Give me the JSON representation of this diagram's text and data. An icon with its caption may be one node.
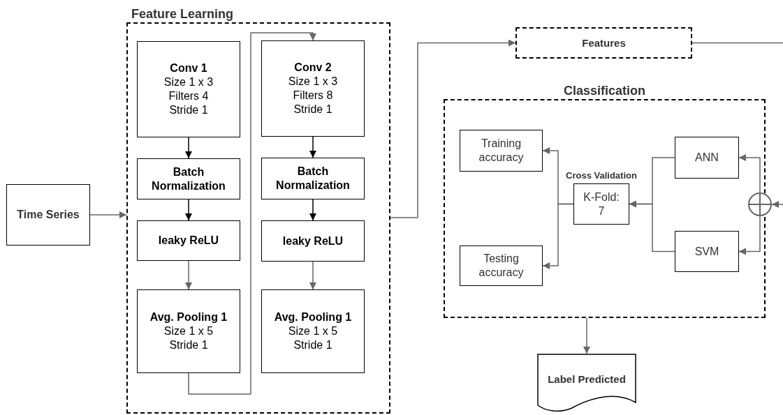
{
  "diagram": {
    "nodes": [
      {
        "text": [
          "Time Series"
        ]
      },
      {
        "text": [
          "Feature Learning"
        ]
      },
      {
        "text": [
          "Conv 1",
          "Size 1 x 3 Filters 4 Stride 1"
        ],
        "in": 1
      },
      {
        "text": [
          "Batch Normalization"
        ],
        "in": 1
      },
      {
        "text": [
          "leaky ReLU"
        ],
        "in": 1
      },
      {
        "text": [
          "Avg. Pooling 1",
          "Size 1 x 5 Stride 1"
        ],
        "in": 1
      },
      {
        "text": [
          "Conv 2",
          "Size 1 x 3 Filters 8 Stride 1"
        ],
        "in": 1
      },
      {
        "text": [
          "Batch Normalization"
        ],
        "in": 1
      },
      {
        "text": [
          "leaky ReLU"
        ],
        "in": 1
      },
      {
        "text": [
          "Avg. Pooling 1",
          "Size 1 x 5 Stride 1"
        ],
        "in": 1
      },
      {
        "text": [
          "Features"
        ]
      },
      {
        "text": [
          "Classification"
        ]
      },
      {
        "text": [
          "Training accuracy"
        ],
        "in": 11
      },
      {
        "text": [
          "Testing accuracy"
        ],
        "in": 11
      },
      {
        "text": [
          "K-Fold: 7"
        ],
        "in": 11,
        "beside": [
          "Cross Validation"
        ]
      },
      {
        "text": [
          "ANN"
        ],
        "in": 11
      },
      {
        "text": [
          "SVM"
        ],
        "in": 11
      },
      {
        "text": [],
        "shape": "circle"
      },
      {
        "text": [
          "Label Predicted"
        ]
      }
    ],
    "edges": [
      {
        "from": 0,
        "to": 1,
        "arrow": "to"
      },
      {
        "from": 2,
        "to": 3,
        "arrow": "to",
        "color": "#000000"
      },
      {
        "from": 3,
        "to": 4,
        "arrow": "to",
        "color": "#000000"
      },
      {
        "from": 4,
        "to": 5,
        "arrow": "to"
      },
      {
        "from": 5,
        "to": 6,
        "arrow": "to"
      },
      {
        "from": 6,
        "to": 7,
        "arrow": "to",
        "color": "#000000"
      },
      {
        "from": 7,
        "to": 8,
        "arrow": "to",
        "color": "#000000"
      },
      {
        "from": 8,
        "to": 9,
        "arrow": "to"
      },
      {
        "from": 1,
        "to": 10,
        "arrow": "to"
      },
      {
        "from": 10,
        "to": null,
        "arrow": "none"
      },
      {
        "from": null,
        "to": 17,
        "arrow": "to"
      },
      {
        "from": 17,
        "to": 15,
        "arrow": "to"
      },
      {
        "from": 17,
        "to": 16,
        "arrow": "to"
      },
      {
        "from": 15,
        "to": 14,
        "arrow": "to"
      },
      {
        "from": 16,
        "to": 14,
        "arrow": "to"
      },
      {
        "from": 14,
        "to": 12,
        "arrow": "to"
      },
      {
        "from": 14,
        "to": 13,
        "arrow": "to"
      },
      {
        "from": 11,
        "to": 18,
        "arrow": "to"
      }
    ]
  }
}
